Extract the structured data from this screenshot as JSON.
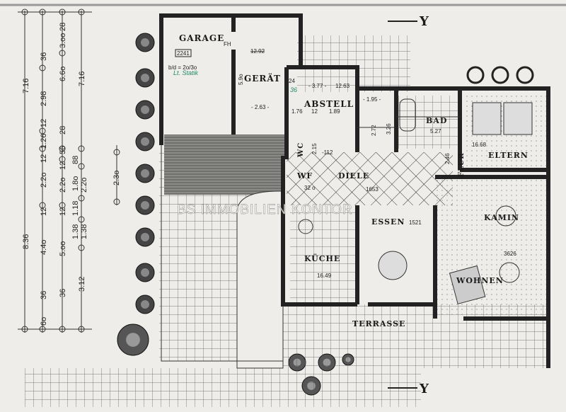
{
  "watermark": "BS IMMOBILIEN KONTOR",
  "rooms": {
    "garage": {
      "name": "GARAGE",
      "area": "2241"
    },
    "geraet": {
      "name": "GERÄT",
      "area": "12.92"
    },
    "abstell": {
      "name": "ABSTELL",
      "area": "12.63"
    },
    "wc": {
      "name": "WC"
    },
    "wf": {
      "name": "WF",
      "area": "32 o"
    },
    "diele": {
      "name": "DIELE",
      "area": "1653"
    },
    "bad": {
      "name": "BAD",
      "area": "5.27"
    },
    "flur": {
      "name": "FLUR",
      "area": "2.46"
    },
    "eltern": {
      "name": "ELTERN",
      "area": "16.68"
    },
    "kamin": {
      "name": "KAMIN"
    },
    "essen": {
      "name": "ESSEN",
      "area": "1521"
    },
    "kueche": {
      "name": "KÜCHE",
      "area": "16.49"
    },
    "wohnen": {
      "name": "WOHNEN",
      "area": "3626"
    },
    "terrasse": {
      "name": "TERRASSE"
    }
  },
  "annotations": {
    "fh": "FH",
    "bd": "b/d = 2o/3o",
    "statik": "Lt. Statik",
    "green36": "36",
    "section": "Y"
  },
  "inner_dims": {
    "geraet_h": "5.9o",
    "geraet_w": "- 2.63 -",
    "abstell_w": "- 3.77 -",
    "wall24": "24",
    "a1": "1.76",
    "a2": "12",
    "a3": "1.89",
    "stair_w": "- 1.95 -",
    "stair_h1": "2.72",
    "stair_h2": "3.26",
    "wc_h": "2.15",
    "wc_w": "-112",
    "garden_w": "2.3o"
  },
  "left_dims": {
    "c1": [
      "7.16",
      "8.36"
    ],
    "c2": [
      "36",
      "2.98",
      "12",
      "1.26",
      "12",
      "2.2o",
      "12",
      "4.4o",
      "36",
      "6o"
    ],
    "c3": [
      "28",
      "3.oo",
      "6.6o",
      "28",
      "56",
      "12",
      "2.2o",
      "12",
      "5.oo",
      "36"
    ],
    "c4": [
      "7.16",
      "88",
      "1.8o",
      "2.2o",
      "1.18",
      "1.38",
      "1.38",
      "3.12"
    ]
  }
}
